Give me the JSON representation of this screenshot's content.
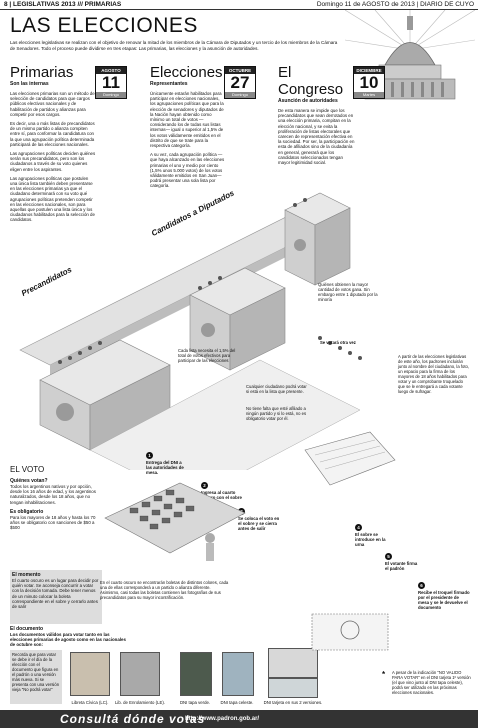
{
  "header": {
    "section": "8 | LEGISLATIVAS 2013 /// PRIMARIAS",
    "date": "Domingo 11 de AGOSTO de 2013 | DIARIO DE CUYO"
  },
  "title": "LAS ELECCIONES",
  "intro": "Las elecciones legislativas se realizan con el objetivo de renovar la mitad de los miembros de la Cámara de Diputados y un tercio de los miembros de la Cámara de Senadores. Todo el proceso puede dividirse en tres etapas: Las primarias, las elecciones y la asunción de autoridades.",
  "columns": [
    {
      "title": "Primarias",
      "sub": "Son las internas",
      "cal": {
        "month": "AGOSTO",
        "day": "11",
        "weekday": "Domingo"
      },
      "paras": [
        "Las elecciones primarias son un método de selección de candidatos para que cargos públicos electivos nacionales y de habilitación de partidos y alianzas para competir por esos cargos.",
        "Es decir, una o más listas de precandidatos de un mismo partido o alianza compiten entre sí, para conformar la candidatura con la que una agrupación política determinada participará de las elecciones nacionales.",
        "Las agrupaciones políticas deciden quiénes serán sus precandidatos, pero son los ciudadanos a través de su voto quienes eligen entre los aspirantes.",
        "Las agrupaciones políticas que postulen una única lista también deben presentarse en las elecciones primarias ya que el ciudadano determinará con su voto qué agrupaciones políticas pretenden competir en las elecciones nacionales, son para aquellas que postulen una lista única y los ciudadanos habilitados para la selección de candidatos."
      ]
    },
    {
      "title": "Elecciones",
      "sub": "Representantes",
      "cal": {
        "month": "OCTUBRE",
        "day": "27",
        "weekday": "Domingo"
      },
      "paras": [
        "Únicamente estarán habilitados para participar en elecciones nacionales, los agrupaciones políticas que para la elección de senadores y diputados de la Nación hayan obtenido como mínimo un total de votos —considerando los de todas sus listas internas— igual o superior al 1,5% de los votos válidamente emitidos en el distrito de que se trate para la respectiva categoría.",
        "A su vez, cada agrupación política —que haya alcanzado en las elecciones primarias el uno y medio por ciento (1,5% unos 5.000 votos) de los votos válidamente emitidos en San Juan— podrá presentar una sola lista por categoría."
      ]
    },
    {
      "title": "El Congreso",
      "sub": "Asunción de autoridades",
      "cal": {
        "month": "DICIEMBRE",
        "day": "10",
        "weekday": "Martes"
      },
      "paras": [
        "De esta manera se impide que los precandidatos que sean derrotados en una elección primaria, compitan en la elección nacional, y se evita la proliferación de listas electorales que carecen de representación efectiva en la sociedad. Por ser, la participación en esta de afiliados sino de la ciudadanía en general, generará que los candidatos seleccionados tengan mayor legitimidad social."
      ]
    }
  ],
  "diagram_labels": {
    "precandidatos": "Precandidatos",
    "candidatos": "Candidatos a Diputados",
    "ganadores": "Quiénes obtienen la mayor cantidad de votos gana. Sin embargo entre 1 diputado por la minoría",
    "votara": "Se votará otra vez",
    "umbral": "Cada lista necesita el 1,5% del total de votos efectivos para participar de las elecciones",
    "dni_note": "Cualquier ciudadano podrá votar si está en la lista que presente.",
    "dni_note2": "No tiene falta que esté afiliado a ningún partido y si lo está, no es obligatorio votar por él.",
    "foto_note": "A partir de las elecciones legislativas de este año, los padrones incluirán junto al nombre del ciudadano, la foto, un espacio para la firma de los mayores de 18 años habilitados para votar y un comprobante troquelado que se le entregará a cada votante luego de sufragar."
  },
  "steps": [
    {
      "n": "1",
      "text": "Entrega del DNI a las autoridades de mesa."
    },
    {
      "n": "2",
      "text": "Ingresa al cuarto oscuro con el sobre"
    },
    {
      "n": "3",
      "text": "Se coloca el voto en el sobre y se cierra antes de salir"
    },
    {
      "n": "4",
      "text": "El sobre se introduce en la urna"
    },
    {
      "n": "5",
      "text": "El votante firma el padrón"
    },
    {
      "n": "6",
      "text": "Recibe el troquel firmado por el presidente de mesa y se le devuelve el documento"
    }
  ],
  "voto": {
    "heading": "EL VOTO",
    "q1": "Quiénes votan?",
    "a1": "Todos los argentinos nativos y por opción, desde los 16 años de edad, y los argentinos naturalizados, desde los 18 años, que no tengan inhabilitaciones.",
    "q2": "Es obligatorio",
    "a2": "Para los mayores de 18 años y hasta los 70 años se obligatorio con sanciones de $50 a $500",
    "q3": "El momento",
    "a3": "El cuarto oscuro es un lugar para decidir por quién votar. Se aconseja concurrir a votar con la decisión tomada. Debe tener menos de un minuto colocar la boleta correspondiente en el sobre y cerrarlo antes de salir",
    "cuarto": "En el cuarto oscuro se encontrarán boletas de distintos colores, cada una de ellas corresponderá a un partido o alianza diferente. Asimismo, casi todas las boletas contienen las fotografías de sus precandidatos para su mayor incontrificación."
  },
  "documento": {
    "heading": "El documento",
    "text": "Los documentos válidos para votar tanto en las elecciones primarias de agosto como en las nacionales de octubre son:",
    "note": "Recorda que para votar se debe ir el día de la elección con el documento que figura en el padrón o una versión más nueva. Si se presenta con una versión vieja \"No podrá votar\"",
    "docs": [
      "Libreta Cívica (LC).",
      "Lib. de Enrolamiento (LE).",
      "DNI tapa verde.",
      "DNI tapa celeste.",
      "DNI tarjeta en sus 2 versiones."
    ],
    "footnote": "A pesar de la indicación \"NO VALIDO PARA VOTAR\" en el DNI tarjeta 1º versión (el que vino junto al DNI tapa celeste), podrá ser utilizado en las próximas elecciones nacionales."
  },
  "footer": {
    "consulta": "Consultá dónde votas",
    "url": "http://www.padron.gob.ar/"
  }
}
